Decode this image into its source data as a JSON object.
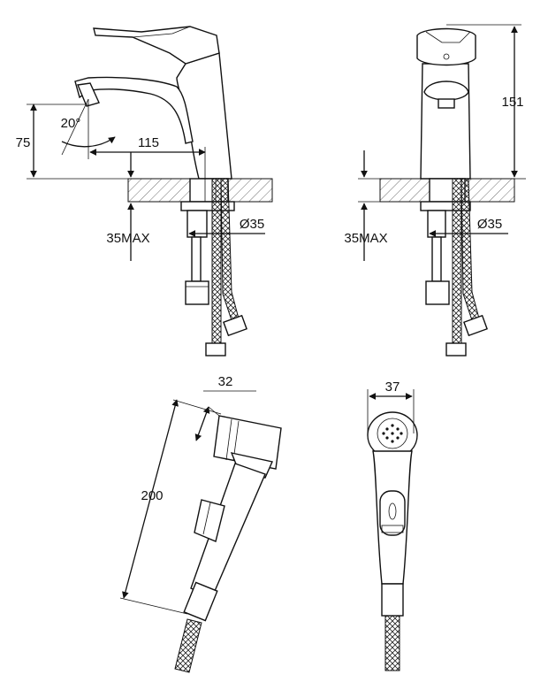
{
  "dimensions": {
    "side_height": "75",
    "spout_angle": "20°",
    "spout_reach": "115",
    "side_max_thickness": "35MAX",
    "side_hole_diameter": "Ø35",
    "front_height": "151",
    "front_max_thickness": "35MAX",
    "front_hole_diameter": "Ø35",
    "sprayer_thickness": "32",
    "sprayer_length": "200",
    "sprayer_width": "37"
  },
  "colors": {
    "line": "#111111",
    "background": "#ffffff"
  }
}
